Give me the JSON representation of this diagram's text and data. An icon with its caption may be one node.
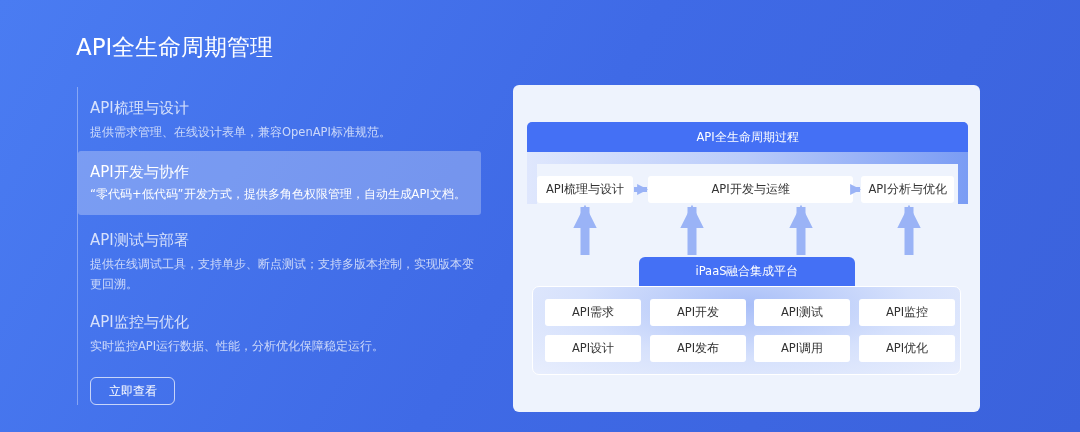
{
  "diagram": {
    "title": "API全生命周期管理",
    "nodes": [
      {
        "text": [
          "API开发与协作",
          "“零代码+低代码”开发方式，提供多角色权限管理，自动生成API文档。"
        ]
      },
      {
        "text": [
          "立即查看"
        ]
      },
      {
        "text": [
          "API全生命周期过程"
        ]
      },
      {
        "text": [
          "API梳理与设计"
        ],
        "in": 2
      },
      {
        "text": [
          "API开发与运维"
        ],
        "in": 2
      },
      {
        "text": [
          "API分析与优化"
        ],
        "in": 2
      },
      {
        "text": [
          "iPaaS融合集成平台"
        ]
      },
      {
        "text": [
          "API需求"
        ],
        "in": 6
      },
      {
        "text": [
          "API开发"
        ],
        "in": 6
      },
      {
        "text": [
          "API测试"
        ],
        "in": 6
      },
      {
        "text": [
          "API监控"
        ],
        "in": 6
      },
      {
        "text": [
          "API设计"
        ],
        "in": 6
      },
      {
        "text": [
          "API发布"
        ],
        "in": 6
      },
      {
        "text": [
          "API调用"
        ],
        "in": 6
      },
      {
        "text": [
          "API优化"
        ],
        "in": 6
      }
    ],
    "edges": [
      {
        "from": 3,
        "to": 4,
        "arrow": "to"
      },
      {
        "from": 4,
        "to": 5,
        "arrow": "to"
      },
      {
        "from": 6,
        "to": 3,
        "arrow": "to"
      },
      {
        "from": 6,
        "to": 4,
        "arrow": "to"
      },
      {
        "from": 6,
        "to": 4,
        "arrow": "to"
      },
      {
        "from": 6,
        "to": 5,
        "arrow": "to"
      }
    ],
    "labels": [
      "API梳理与设计",
      "提供需求管理、在线设计表单，兼容OpenAPI标准规范。",
      "API测试与部署",
      "提供在线调试工具，支持单步、断点测试；支持多版本控制，实现版本变更回溯。",
      "API监控与优化",
      "实时监控API运行数据、性能，分析优化保障稳定运行。"
    ]
  }
}
